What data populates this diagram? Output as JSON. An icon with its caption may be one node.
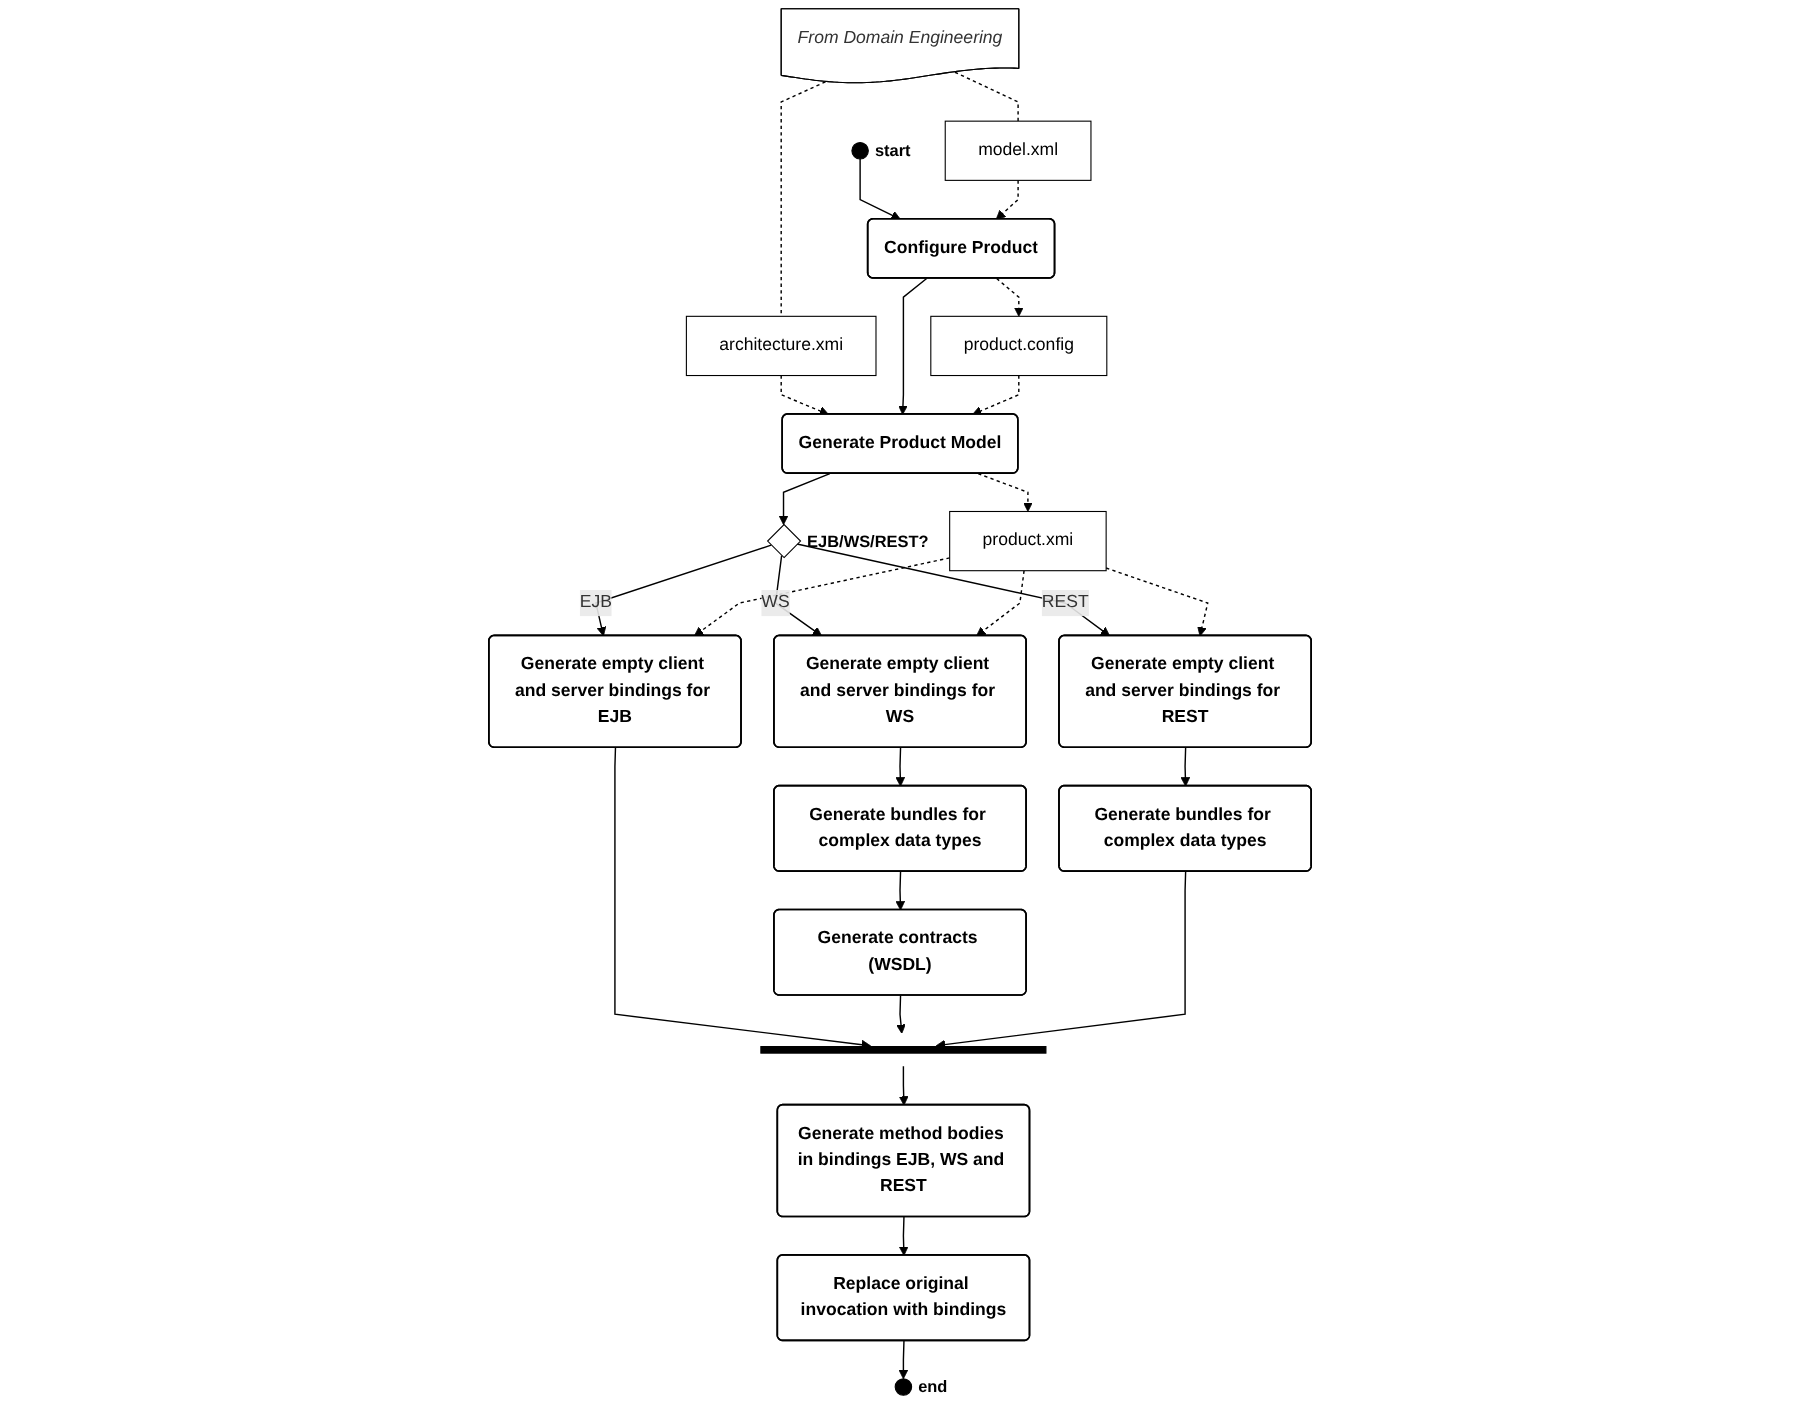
{
  "diagram": {
    "nodes": [
      {
        "text": [],
        "shape": "circle",
        "beside": [
          "start"
        ]
      },
      {
        "text": [
          "From Domain Engineering"
        ]
      },
      {
        "text": [
          "model.xml"
        ]
      },
      {
        "text": [
          "architecture.xmi"
        ]
      },
      {
        "text": [
          "Configure Product"
        ]
      },
      {
        "text": [
          "Generate Product Model"
        ]
      },
      {
        "text": [
          "product.config"
        ]
      },
      {
        "text": [
          "product.xmi"
        ]
      },
      {
        "text": [],
        "shape": "diamond",
        "beside": [
          "EJB/WS/REST?"
        ]
      },
      {
        "text": [
          "Generate empty client and server bindings for EJB"
        ]
      },
      {
        "text": [
          "Generate empty client and server bindings for WS"
        ]
      },
      {
        "text": [
          "Generate empty client and server bindings for REST"
        ]
      },
      {
        "text": [
          "Generate bundles for complex data types"
        ]
      },
      {
        "text": [
          "Generate contracts (WSDL)"
        ]
      },
      {
        "text": [
          "Generate bundles for complex data types"
        ]
      },
      {
        "text": [],
        "shape": "bar"
      },
      {
        "text": [
          "Generate method bodies in bindings EJB, WS and REST"
        ]
      },
      {
        "text": [
          "Replace original invocation with bindings"
        ]
      },
      {
        "text": [],
        "shape": "circle",
        "beside": [
          "end"
        ]
      }
    ],
    "edges": [
      {
        "from": 0,
        "to": 4,
        "arrow": "to"
      },
      {
        "from": 1,
        "to": 2,
        "arrow": "none",
        "style": "dashed"
      },
      {
        "from": 1,
        "to": 3,
        "arrow": "none",
        "style": "dashed"
      },
      {
        "from": 2,
        "to": 4,
        "arrow": "to",
        "style": "dashed"
      },
      {
        "from": 3,
        "to": 5,
        "arrow": "to",
        "style": "dashed"
      },
      {
        "from": 4,
        "to": 5,
        "arrow": "to"
      },
      {
        "from": 4,
        "to": 6,
        "arrow": "to",
        "style": "dashed"
      },
      {
        "from": 6,
        "to": 5,
        "arrow": "to",
        "style": "dashed"
      },
      {
        "from": 5,
        "to": 7,
        "arrow": "to",
        "style": "dashed"
      },
      {
        "from": 5,
        "to": 8,
        "arrow": "to"
      },
      {
        "from": 8,
        "to": 9,
        "arrow": "to",
        "label": "EJB"
      },
      {
        "from": 8,
        "to": 10,
        "arrow": "to",
        "label": "WS"
      },
      {
        "from": 8,
        "to": 11,
        "arrow": "to",
        "label": "REST"
      },
      {
        "from": 7,
        "to": 9,
        "arrow": "to",
        "style": "dashed"
      },
      {
        "from": 7,
        "to": 10,
        "arrow": "to",
        "style": "dashed"
      },
      {
        "from": 7,
        "to": 11,
        "arrow": "to",
        "style": "dashed"
      },
      {
        "from": 10,
        "to": 12,
        "arrow": "to"
      },
      {
        "from": 12,
        "to": 13,
        "arrow": "to"
      },
      {
        "from": 11,
        "to": 14,
        "arrow": "to"
      },
      {
        "from": 9,
        "to": 15,
        "arrow": "to"
      },
      {
        "from": 13,
        "to": 15,
        "arrow": "to"
      },
      {
        "from": 14,
        "to": 15,
        "arrow": "to"
      },
      {
        "from": 15,
        "to": 16,
        "arrow": "to"
      },
      {
        "from": 16,
        "to": 17,
        "arrow": "to"
      },
      {
        "from": 17,
        "to": 18,
        "arrow": "to"
      }
    ]
  }
}
